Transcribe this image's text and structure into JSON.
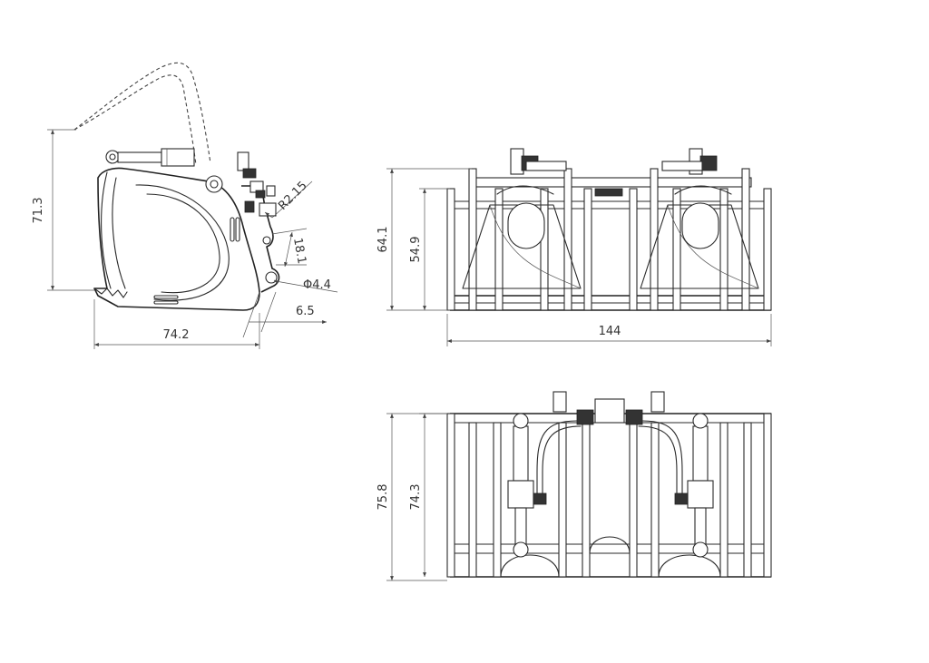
{
  "views": {
    "side": {
      "dimensions": {
        "height": "71.3",
        "width": "74.2",
        "radius": "R2.15",
        "slot": "18.1",
        "hole": "Φ4.4",
        "offset": "6.5"
      }
    },
    "front": {
      "dimensions": {
        "overall_height": "64.1",
        "inner_height": "54.9",
        "width": "144"
      }
    },
    "top": {
      "dimensions": {
        "overall_depth": "75.8",
        "inner_depth": "74.3"
      }
    }
  }
}
